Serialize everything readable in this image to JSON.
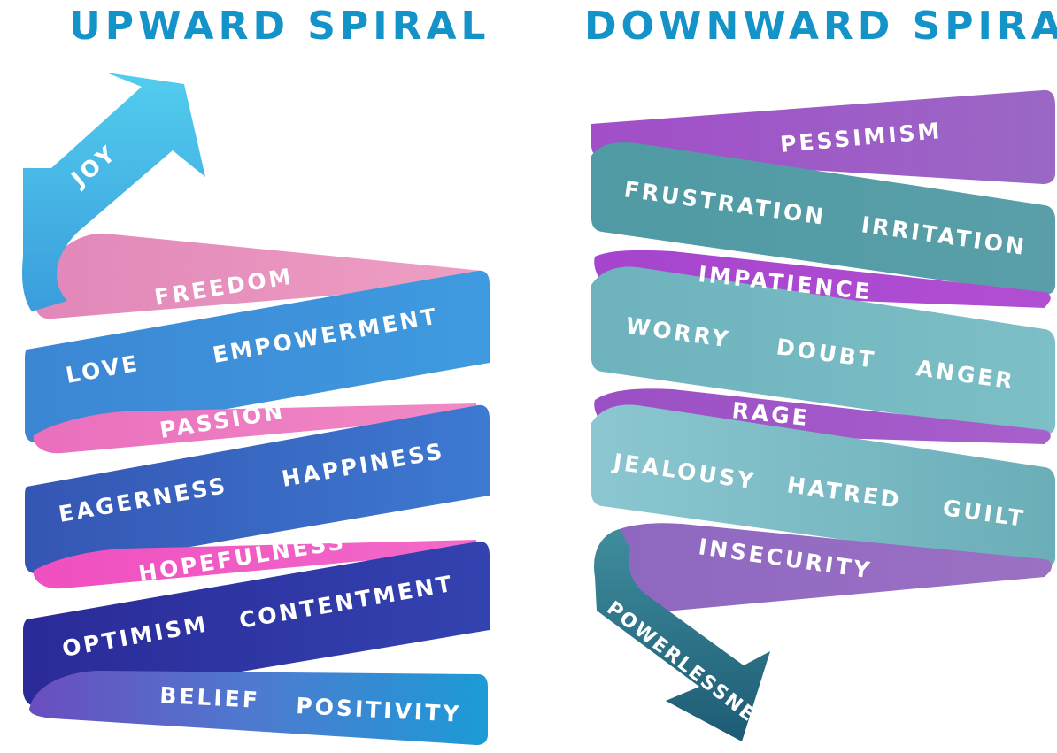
{
  "upward": {
    "title": "UPWARD SPIRAL",
    "arrow_label": "JOY",
    "words": [
      "FREEDOM",
      "LOVE",
      "EMPOWERMENT",
      "PASSION",
      "EAGERNESS",
      "HAPPINESS",
      "HOPEFULNESS",
      "OPTIMISM",
      "CONTENTMENT",
      "BELIEF",
      "POSITIVITY"
    ]
  },
  "downward": {
    "title": "DOWNWARD SPIRAL",
    "arrow_label": "POWERLESSNESS",
    "words": [
      "PESSIMISM",
      "FRUSTRATION",
      "IRRITATION",
      "IMPATIENCE",
      "WORRY",
      "DOUBT",
      "ANGER",
      "RAGE",
      "JEALOUSY",
      "HATRED",
      "GUILT",
      "INSECURITY"
    ]
  },
  "colors": {
    "heading": "#1493c9",
    "up_arrow": "#4cc6ee",
    "up_pink": "#e88bbd",
    "up_blue": "#3b8fd6",
    "up_indigo": "#3a55b8",
    "up_navy": "#2c2f9c",
    "down_purple": "#9c5bc7",
    "down_teal": "#5fa7b0",
    "down_dark_teal": "#1e6478"
  }
}
